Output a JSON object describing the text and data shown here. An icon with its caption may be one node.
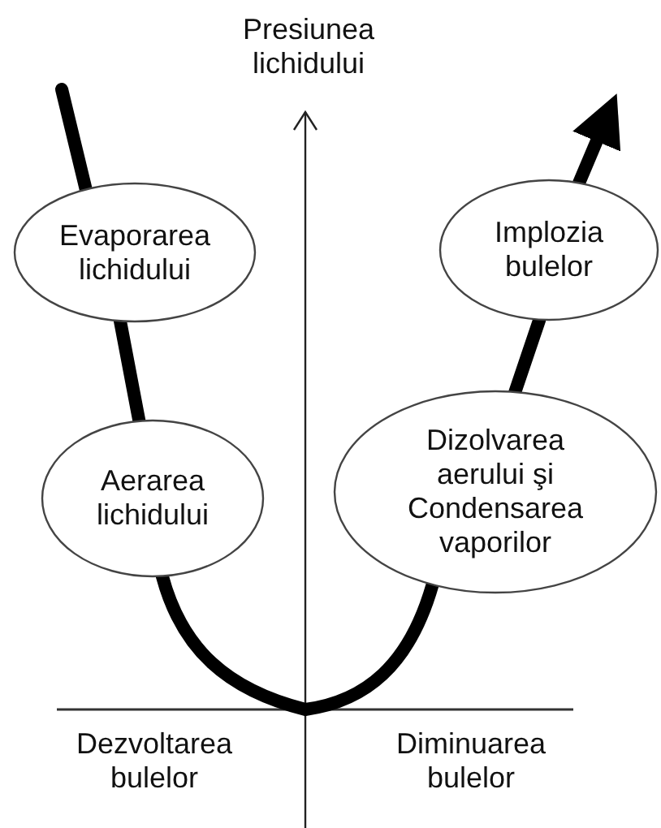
{
  "diagram": {
    "nodes": [
      {
        "text": [
          "Evaporarea lichidului"
        ]
      },
      {
        "text": [
          "Implozia bulelor"
        ]
      },
      {
        "text": [
          "Aerarea lichidului"
        ]
      },
      {
        "text": [
          "Dizolvarea aerului şi Condensarea vaporilor"
        ]
      }
    ],
    "edges": [
      {
        "from": null,
        "to": 0,
        "arrow": "none"
      },
      {
        "from": 0,
        "to": 2,
        "arrow": "none"
      },
      {
        "from": 2,
        "to": 3,
        "arrow": "none"
      },
      {
        "from": 3,
        "to": 1,
        "arrow": "none"
      },
      {
        "from": 1,
        "to": null,
        "arrow": "to"
      }
    ],
    "labels": [
      "Presiunea lichidului",
      "Dezvoltarea bulelor",
      "Diminuarea bulelor"
    ]
  }
}
